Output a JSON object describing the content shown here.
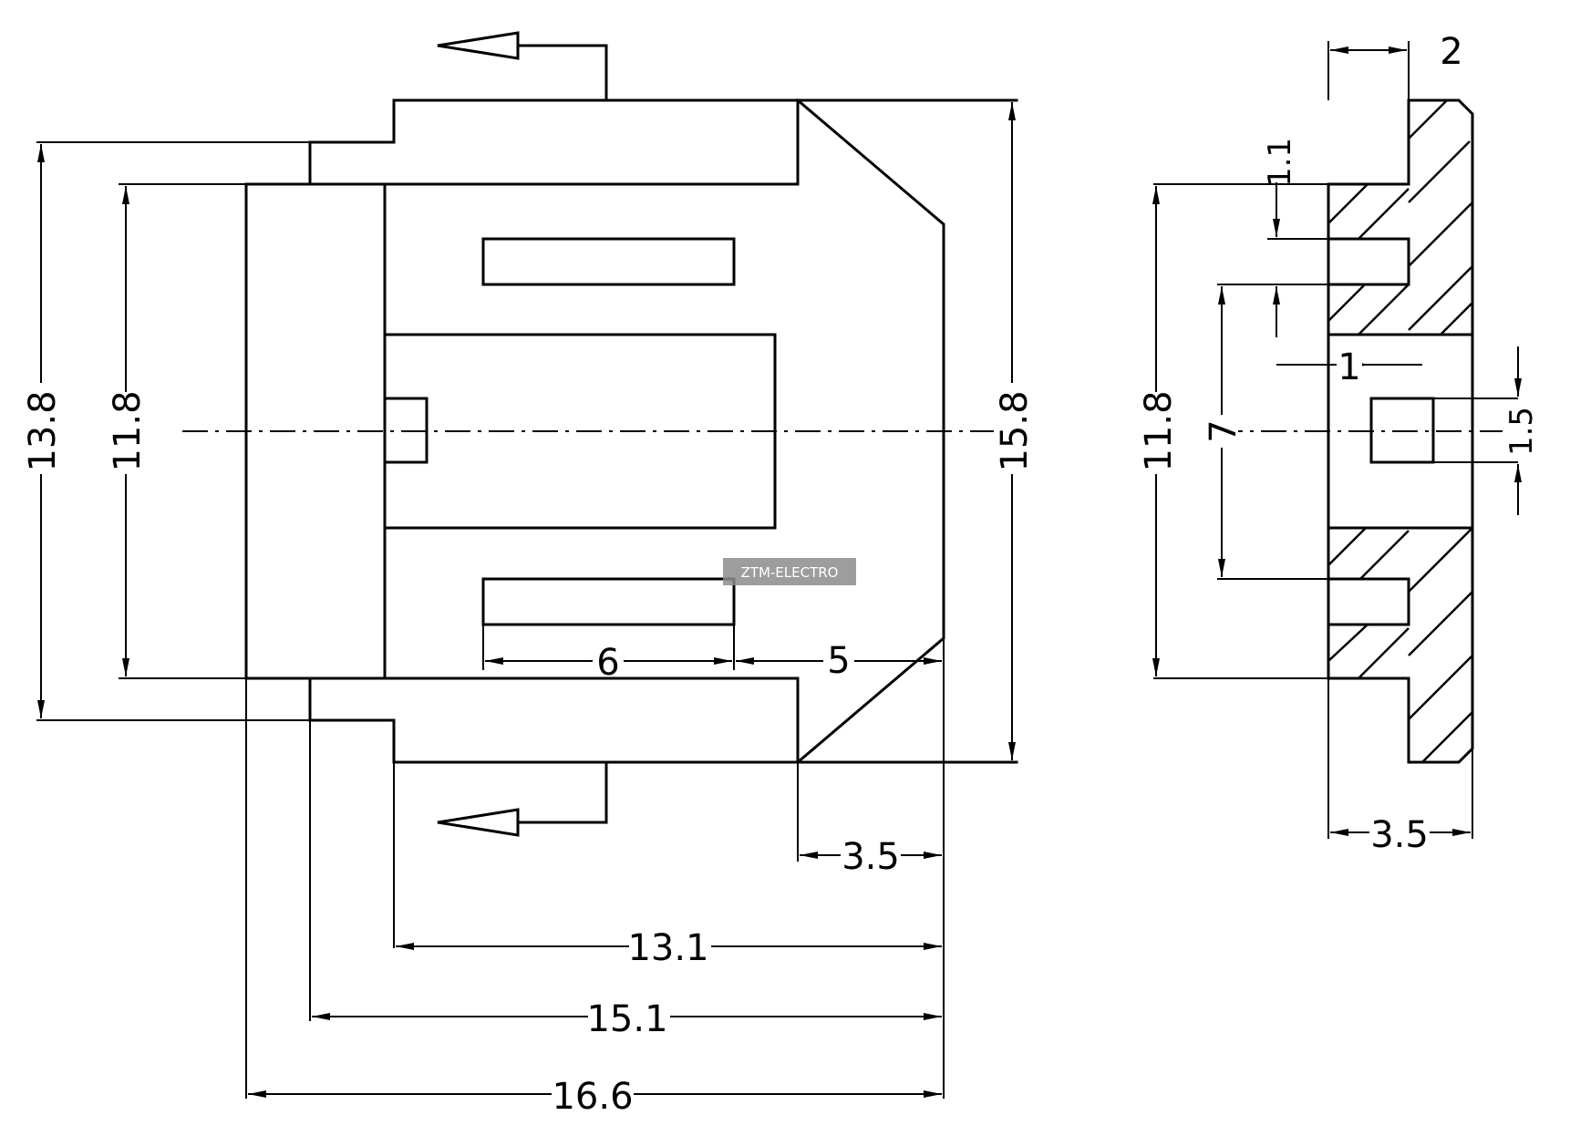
{
  "watermark": "ZTM-ELECTRO",
  "front_view": {
    "dim_height_outer": "13.8",
    "dim_height_inner": "11.8",
    "dim_height_total": "15.8",
    "dim_pin_length": "6",
    "dim_pin_to_edge": "5",
    "dim_chamfer": "3.5",
    "dim_width_1": "13.1",
    "dim_width_2": "15.1",
    "dim_width_3": "16.6"
  },
  "side_view": {
    "dim_flange": "2",
    "dim_slot": "1.1",
    "dim_height": "11.8",
    "dim_slot_pitch": "7",
    "dim_key_width": "1",
    "dim_key_height": "1.5",
    "dim_depth": "3.5"
  }
}
